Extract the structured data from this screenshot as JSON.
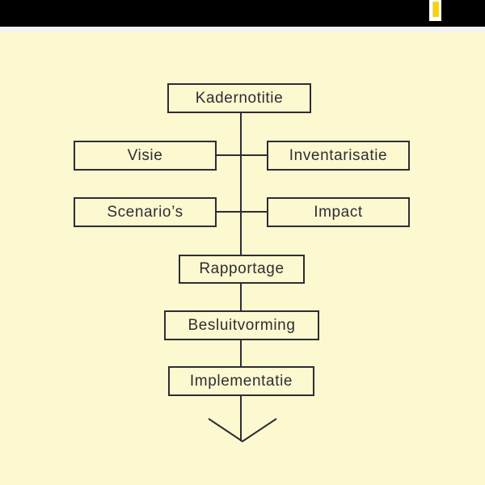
{
  "window": {
    "topbar_color": "#000000",
    "strip_color": "#F3F2F5",
    "background_color": "#FCF8CF",
    "logo": {
      "icon": "text-cursor-icon",
      "bar_color": "#F6D600",
      "plate_color": "#FFFFFF"
    }
  },
  "diagram": {
    "type": "flowchart",
    "line_color": "#2E2D35",
    "nodes": [
      {
        "id": "kadernotitie",
        "label": "Kadernotitie"
      },
      {
        "id": "visie",
        "label": "Visie"
      },
      {
        "id": "inventarisatie",
        "label": "Inventarisatie"
      },
      {
        "id": "scenarios",
        "label": "Scenario’s"
      },
      {
        "id": "impact",
        "label": "Impact"
      },
      {
        "id": "rapportage",
        "label": "Rapportage"
      },
      {
        "id": "besluitvorming",
        "label": "Besluitvorming"
      },
      {
        "id": "implementatie",
        "label": "Implementatie"
      }
    ],
    "flow_order": "Kadernotitie → (Visie + Inventarisatie) → (Scenario’s + Impact) → Rapportage → Besluitvorming → Implementatie → ↓"
  }
}
